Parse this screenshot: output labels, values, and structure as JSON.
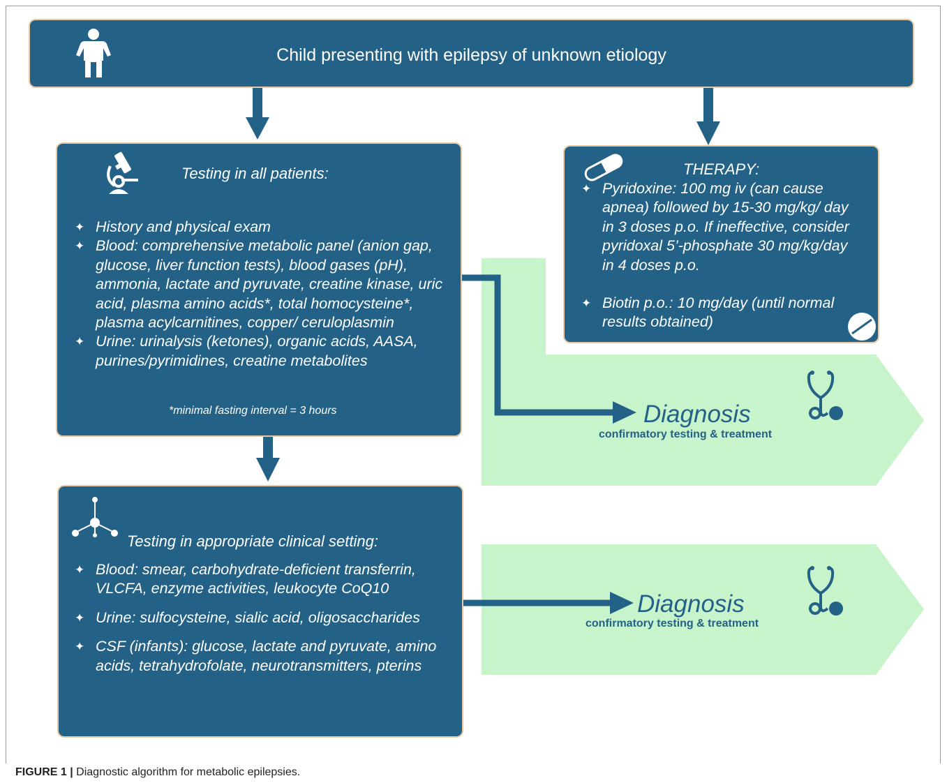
{
  "top": {
    "text": "Child presenting with epilepsy of unknown etiology",
    "icon": "child-icon"
  },
  "testing_all": {
    "heading": "Testing in all patients:",
    "icon": "microscope-icon",
    "items": [
      "History and physical exam",
      "Blood: comprehensive metabolic panel (anion gap, glucose, liver function tests), blood gases (pH), ammonia, lactate and pyruvate, creatine kinase, uric acid, plasma amino acids*, total homocysteine*, plasma acylcarnitines, copper/ ceruloplasmin",
      "Urine: urinalysis (ketones), organic acids, AASA, purines/pyrimidines, creatine metabolites"
    ],
    "note": "*minimal fasting interval = 3 hours"
  },
  "therapy": {
    "heading": "THERAPY:",
    "icon": "pill-capsule-icon",
    "icon2": "pill-tablet-icon",
    "items": [
      "Pyridoxine: 100 mg iv (can cause apnea) followed by 15-30 mg/kg/ day in 3 doses p.o. If ineffective, consider pyridoxal 5’-phosphate 30 mg/kg/day in 4 doses p.o.",
      "Biotin p.o.: 10 mg/day (until normal results obtained)"
    ]
  },
  "testing_clinical": {
    "heading": "Testing in appropriate clinical setting:",
    "icon": "molecule-icon",
    "items": [
      "Blood: smear, carbohydrate-deficient transferrin, VLCFA, enzyme activities, leukocyte CoQ10",
      "Urine: sulfocysteine, sialic acid, oligosaccharides",
      "CSF (infants): glucose, lactate and pyruvate, amino acids, tetrahydrofolate, neurotransmitters, pterins"
    ]
  },
  "diagnosis_1": {
    "word": "Diagnosis",
    "sub": "confirmatory testing & treatment",
    "icon": "stethoscope-icon"
  },
  "diagnosis_2": {
    "word": "Diagnosis",
    "sub": "confirmatory testing & treatment",
    "icon": "stethoscope-icon"
  },
  "caption": {
    "label": "FIGURE 1 |",
    "text": " Diagnostic algorithm for metabolic epilepsies."
  },
  "colors": {
    "box": "#236186",
    "border": "#e8c9a5",
    "green": "#c8f4cc"
  }
}
